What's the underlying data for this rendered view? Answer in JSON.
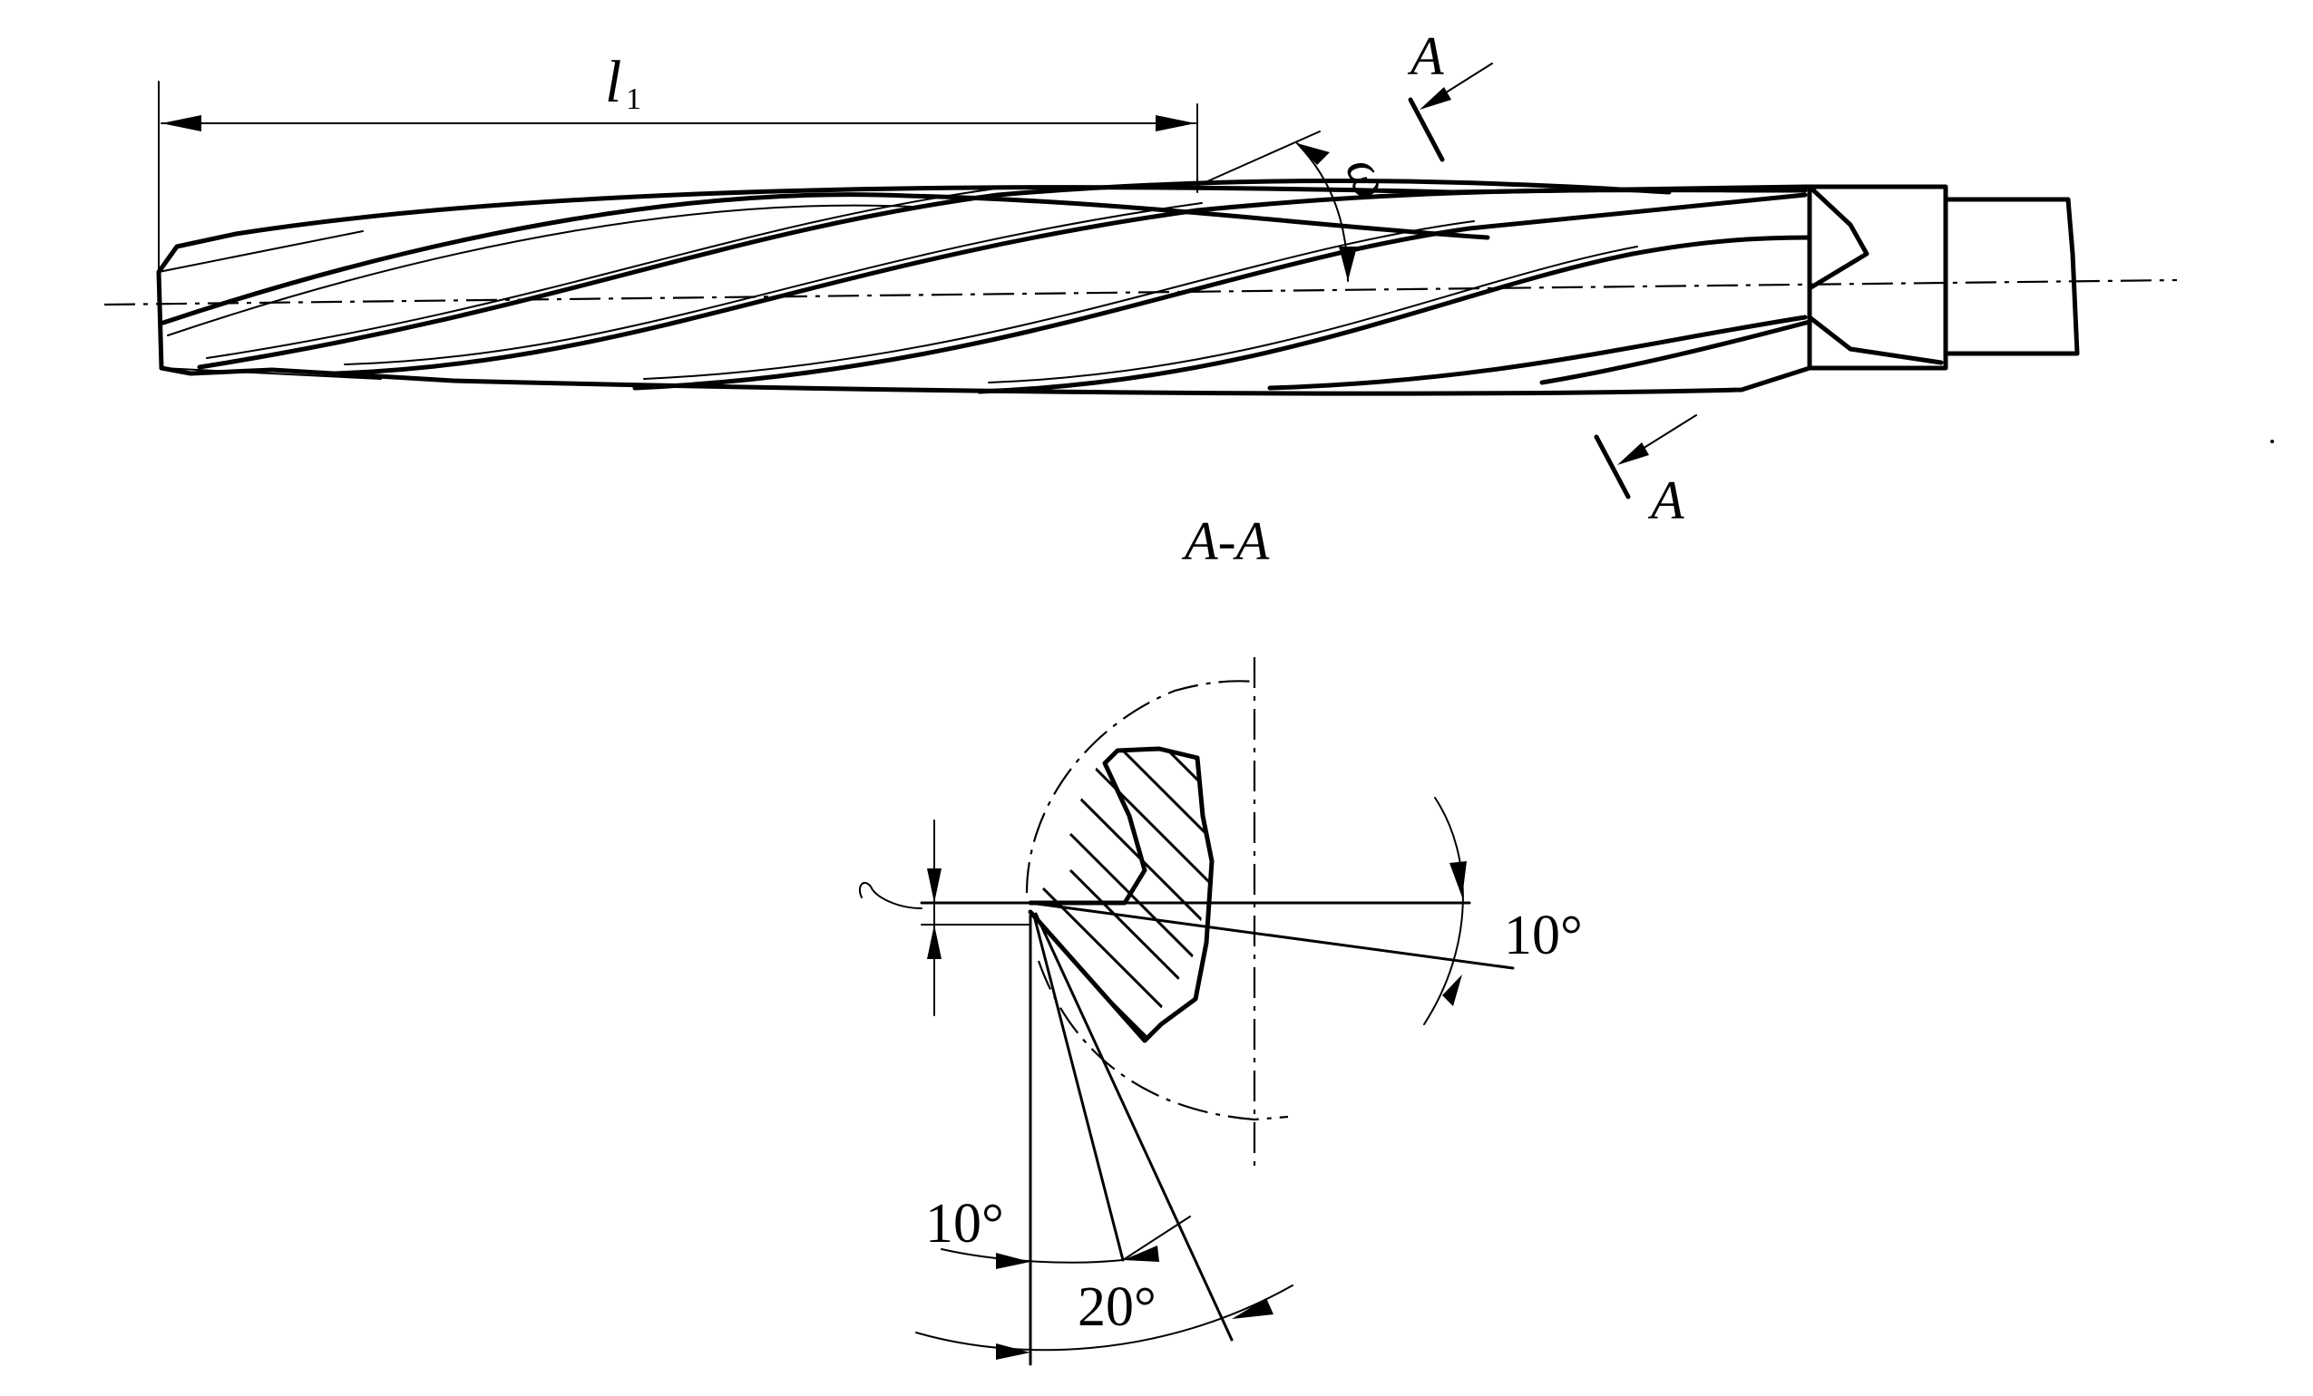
{
  "labels": {
    "dim_l1_main": "l",
    "dim_l1_sub": "1",
    "helix_angle": "ω",
    "section_mark_top": "A",
    "section_mark_bottom": "A",
    "section_title": "A-A",
    "clearance_angle_right": "10°",
    "angle_lower_left": "10°",
    "angle_lower_mid": "20°",
    "margin_symbol": "f"
  }
}
